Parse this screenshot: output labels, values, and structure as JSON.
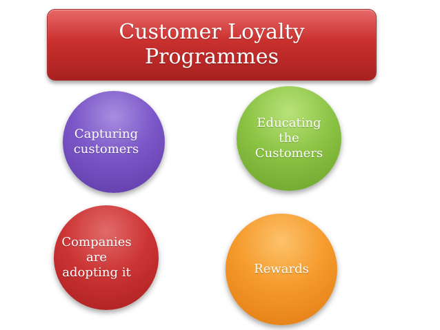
{
  "title": "Customer Loyalty Programmes",
  "circles": [
    {
      "label": "Capturing\ncustomers",
      "color": "#7a56c7"
    },
    {
      "label": "Educating\nthe\nCustomers",
      "color": "#8cc445"
    },
    {
      "label": "Companies\nare\nadopting it",
      "color": "#cc3434"
    },
    {
      "label": "Rewards",
      "color": "#f59a2c"
    }
  ]
}
